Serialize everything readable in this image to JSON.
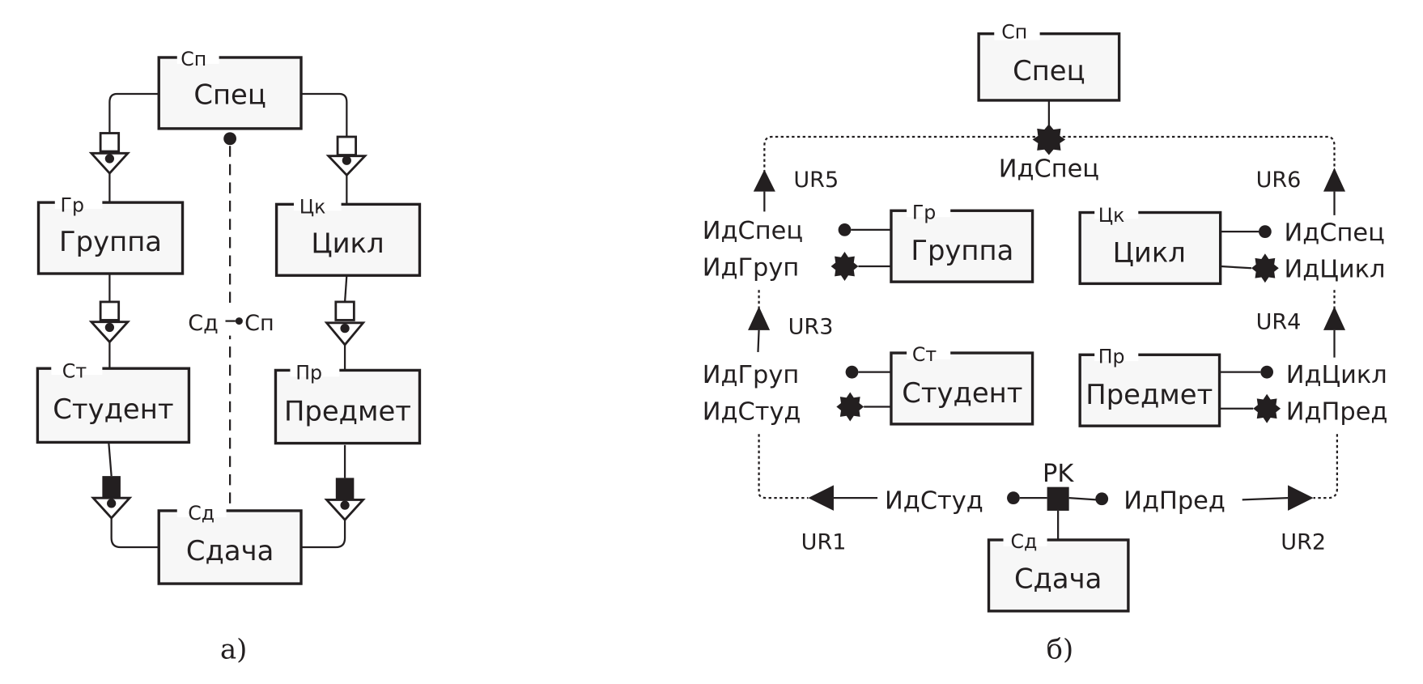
{
  "diagram_a": {
    "caption": "а)",
    "entities": {
      "spec": {
        "tag": "Сп",
        "name": "Спец"
      },
      "group": {
        "tag": "Гр",
        "name": "Группа"
      },
      "cycle": {
        "tag": "Цк",
        "name": "Цикл"
      },
      "student": {
        "tag": "Ст",
        "name": "Студент"
      },
      "subject": {
        "tag": "Пр",
        "name": "Предмет"
      },
      "exam": {
        "tag": "Сд",
        "name": "Сдача"
      }
    },
    "constraint_label_left": "Сд",
    "constraint_label_right": "Сп"
  },
  "diagram_b": {
    "caption": "б)",
    "entities": {
      "spec": {
        "tag": "Сп",
        "name": "Спец"
      },
      "group": {
        "tag": "Гр",
        "name": "Группа"
      },
      "cycle": {
        "tag": "Цк",
        "name": "Цикл"
      },
      "student": {
        "tag": "Ст",
        "name": "Студент"
      },
      "subject": {
        "tag": "Пр",
        "name": "Предмет"
      },
      "exam": {
        "tag": "Сд",
        "name": "Сдача"
      }
    },
    "attributes": {
      "spec_key": "ИдСпец",
      "group_fk": "ИдСпец",
      "group_key": "ИдГруп",
      "cycle_fk": "ИдСпец",
      "cycle_key": "ИдЦикл",
      "student_fk": "ИдГруп",
      "student_key": "ИдСтуд",
      "subject_fk": "ИдЦикл",
      "subject_key": "ИдПред",
      "exam_student": "ИдСтуд",
      "exam_subject": "ИдПред",
      "exam_pk": "PK"
    },
    "rules": [
      "UR1",
      "UR2",
      "UR3",
      "UR4",
      "UR5",
      "UR6"
    ]
  }
}
